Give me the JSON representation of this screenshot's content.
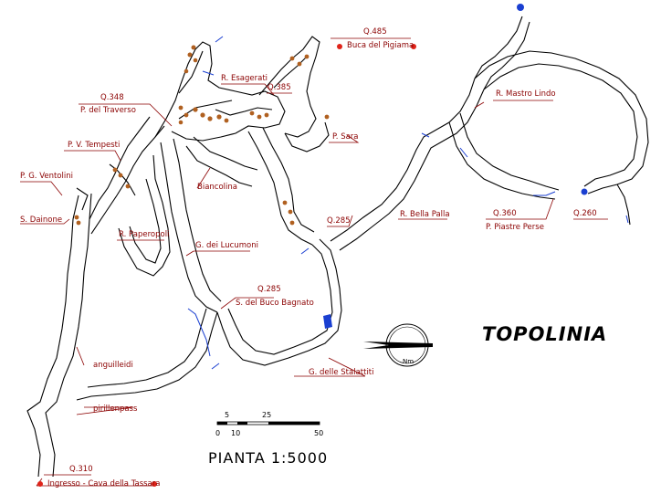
{
  "title": "TOPOLINIA",
  "scale": {
    "title": "PIANTA  1:5000",
    "top_ticks": [
      "5",
      "25"
    ],
    "bottom_ticks": [
      "0",
      "10",
      "50"
    ]
  },
  "north": {
    "label": "Nm"
  },
  "colors": {
    "label": "#8b0000",
    "passage": "#000000",
    "water": "#1a3fd1",
    "dot": "#e0241a",
    "deposit": "#b06020"
  },
  "labels": {
    "q485": "Q.485",
    "buca_pigiama": "Buca del Pigiama",
    "r_esagerati": "R. Esagerati",
    "q385": "Q.385",
    "q348": "Q.348",
    "p_traverso": "P. del Traverso",
    "p_sara": "P. Sara",
    "r_mastro_lindo": "R. Mastro Lindo",
    "p_v_tempesti": "P. V. Tempesti",
    "p_g_ventolini": "P. G. Ventolini",
    "biancolina": "Biancolina",
    "s_dainone": "S. Dainone",
    "q285_a": "Q.285",
    "r_bella_palla": "R. Bella Palla",
    "q360": "Q.360",
    "p_piastre_perse": "P. Piastre Perse",
    "q260": "Q.260",
    "r_paperopoli": "R. Paperopoli",
    "g_lucumoni": "G. dei Lucumoni",
    "q285_b": "Q.285",
    "s_buco_bagnato": "S. del Buco Bagnato",
    "anguilleidi": "anguilleidi",
    "g_stalattiti": "G. delle Stalattiti",
    "pirillenpass": "pirillenpass",
    "q310": "Q.310",
    "ingresso": "Ingresso - Cava della Tassara"
  }
}
